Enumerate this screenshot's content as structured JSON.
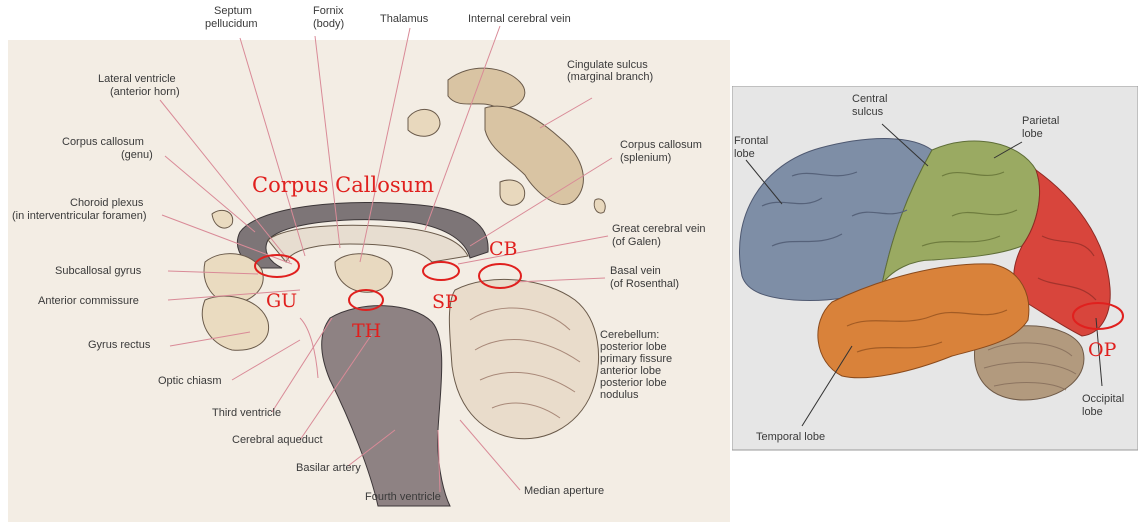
{
  "sagittal": {
    "labels": {
      "septum_1": "Septum",
      "septum_2": "pellucidum",
      "fornix_1": "Fornix",
      "fornix_2": "(body)",
      "thalamus": "Thalamus",
      "internal_cerebral_vein": "Internal cerebral vein",
      "cingulate_1": "Cingulate sulcus",
      "cingulate_2": "(marginal branch)",
      "lateral_ventricle_1": "Lateral ventricle",
      "lateral_ventricle_2": "(anterior horn)",
      "cc_genu_1": "Corpus callosum",
      "cc_genu_2": "(genu)",
      "cc_splenium_1": "Corpus callosum",
      "cc_splenium_2": "(splenium)",
      "choroid_1": "Choroid plexus",
      "choroid_2": "(in interventricular foramen)",
      "great_vein_1": "Great cerebral vein",
      "great_vein_2": "(of Galen)",
      "subcallosal": "Subcallosal gyrus",
      "basal_vein_1": "Basal vein",
      "basal_vein_2": "(of Rosenthal)",
      "anterior_commissure": "Anterior commissure",
      "cerebellum_1": "Cerebellum:",
      "cerebellum_2": "posterior lobe",
      "cerebellum_3": "primary fissure",
      "cerebellum_4": "anterior lobe",
      "cerebellum_5": "posterior lobe",
      "cerebellum_6": "nodulus",
      "gyrus_rectus": "Gyrus rectus",
      "optic_chiasm": "Optic chiasm",
      "third_ventricle": "Third ventricle",
      "cerebral_aqueduct": "Cerebral aqueduct",
      "basilar_artery": "Basilar artery",
      "fourth_ventricle": "Fourth ventricle",
      "median_aperture": "Median aperture"
    },
    "annotations": {
      "corpus_callosum": "Corpus Callosum",
      "cb": "CB",
      "gu": "GU",
      "sp": "SP",
      "th": "TH"
    }
  },
  "lateral": {
    "labels": {
      "central_1": "Central",
      "central_2": "sulcus",
      "parietal_1": "Parietal",
      "parietal_2": "lobe",
      "frontal_1": "Frontal",
      "frontal_2": "lobe",
      "temporal": "Temporal lobe",
      "occipital_1": "Occipital",
      "occipital_2": "lobe"
    },
    "annotations": {
      "op": "OP"
    }
  },
  "colors": {
    "annotation_red": "#e0201e",
    "frontal": "#7e8ea6",
    "parietal": "#9aaa62",
    "temporal": "#d9823a",
    "occipital": "#d8453c",
    "cerebellum": "#b29a7e"
  }
}
